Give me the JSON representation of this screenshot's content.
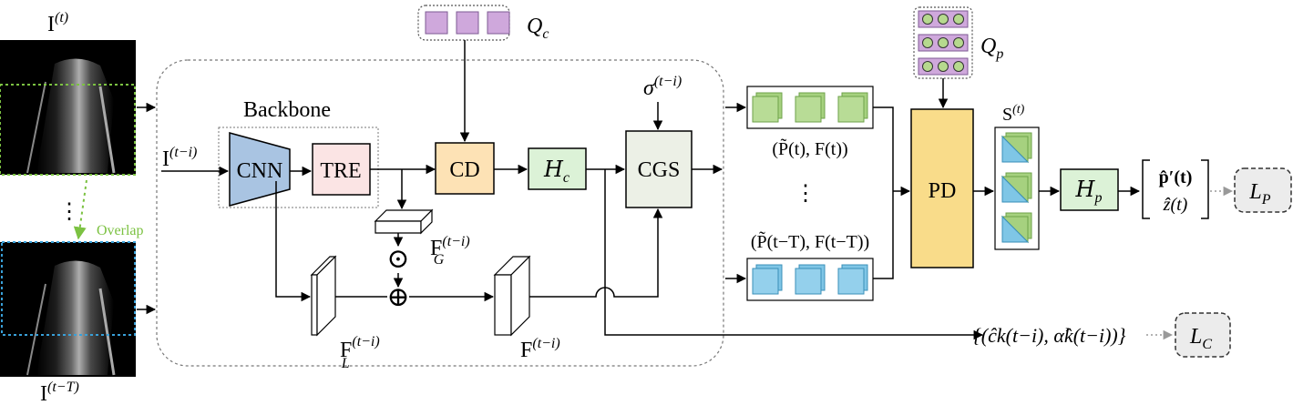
{
  "frames": {
    "top_label": "I",
    "top_sup": "(t)",
    "bottom_label": "I",
    "bottom_sup": "(t−T)",
    "ellipsis": "⋮",
    "overlap": "Overlap"
  },
  "backbone": {
    "title": "Backbone",
    "input_label": "I",
    "input_sup": "(t−i)",
    "cnn": "CNN",
    "tre": "TRE",
    "fg_label": "F",
    "fg_sup": "(t−i)",
    "fg_sub": "G",
    "fl_label": "F",
    "fl_sup": "(t−i)",
    "fl_sub": "L",
    "f_label": "F",
    "f_sup": "(t−i)",
    "odot": "⊙",
    "oplus": "⊕"
  },
  "modules": {
    "cd": "CD",
    "hc_main": "H",
    "hc_sub": "c",
    "cgs": "CGS",
    "sigma": "σ",
    "sigma_sup": "(t−i)",
    "qc_main": "Q",
    "qc_sub": "c",
    "qp_main": "Q",
    "qp_sub": "p",
    "pd": "PD",
    "s_label": "S",
    "s_sup": "(t)",
    "hp_main": "H",
    "hp_sub": "p"
  },
  "features": {
    "top_label": "(P̃(t), F(t))",
    "ellipsis": "⋮",
    "bottom_label": "(P̃(t−T), F(t−T))"
  },
  "outputs": {
    "pred_p": "p̂′(t)",
    "pred_z": "ẑ(t)",
    "lp_main": "L",
    "lp_sub": "P",
    "ck_set": "{(ĉk(t−i), α̂k(t−i))}",
    "lc_main": "L",
    "lc_sub": "C"
  },
  "colors": {
    "cnn": "#a9c4e2",
    "tre": "#fbe4e4",
    "cd": "#fde2b5",
    "hc": "#dcf2d7",
    "cgs": "#ecf0e6",
    "pd": "#f9dc8a",
    "query": "#cfa8dc",
    "query_point": "#b6d98e",
    "feat_green": "#a6d17f",
    "feat_blue": "#7fc6e6",
    "overlap_green": "#7cc242",
    "overlap_blue": "#39a0d8",
    "loss_box": "#ececec"
  }
}
